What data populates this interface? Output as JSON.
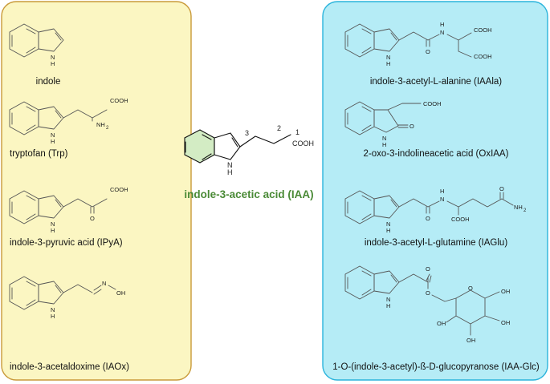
{
  "colors": {
    "left_panel_fill": "#fbf6c2",
    "left_panel_border": "#c99a3a",
    "right_panel_fill": "#b5ecf6",
    "right_panel_border": "#2bb4dc",
    "center_ring_fill": "#d3ecc4",
    "center_title": "#4a8a36"
  },
  "center": {
    "name": "indole-3-acetic acid (IAA)",
    "atoms": {
      "n1": "1",
      "n2": "2",
      "n3": "3",
      "cooh": "COOH",
      "nh": "N",
      "h": "H"
    }
  },
  "left_compounds": [
    {
      "name": "indole"
    },
    {
      "name": "tryptofan (Trp)",
      "groups": {
        "cooh": "COOH",
        "nh2": "NH",
        "two": "2"
      }
    },
    {
      "name": "indole-3-pyruvic acid (IPyA)",
      "groups": {
        "cooh": "COOH",
        "o": "O"
      }
    },
    {
      "name": "indole-3-acetaldoxime (IAOx)",
      "groups": {
        "n": "N",
        "oh": "OH"
      }
    }
  ],
  "right_compounds": [
    {
      "name": "indole-3-acetyl-L-alanine (IAAla)",
      "groups": {
        "h": "H",
        "n": "N",
        "o": "O",
        "cooh1": "COOH",
        "cooh2": "COOH"
      }
    },
    {
      "name": "2-oxo-3-indolineacetic acid (OxIAA)",
      "groups": {
        "cooh": "COOH",
        "o": "O"
      }
    },
    {
      "name": "indole-3-acetyl-L-glutamine (IAGlu)",
      "groups": {
        "h": "H",
        "n": "N",
        "o1": "O",
        "o2": "O",
        "cooh": "COOH",
        "nh2": "NH",
        "two": "2"
      }
    },
    {
      "name": "1-O-(indole-3-acetyl)-ß-D-glucopyranose (IAA-Glc)",
      "groups": {
        "o1": "O",
        "o2": "O",
        "oring": "O",
        "oh1": "OH",
        "oh2": "OH",
        "oh3": "OH",
        "oh4": "OH"
      }
    }
  ],
  "ring_atoms": {
    "n": "N",
    "h": "H"
  }
}
